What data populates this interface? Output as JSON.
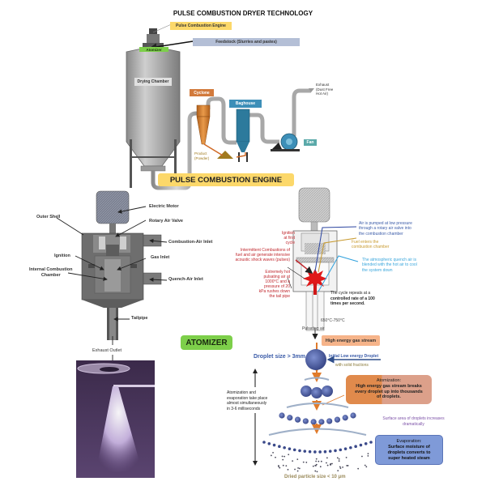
{
  "title": "PULSE COMBUSTION DRYER TECHNOLOGY",
  "dryer": {
    "engine_label": "Pulse Combustion Engine",
    "feedstock_label": "Feedstock (Slurries and pastes)",
    "atomizer_label": "Atomizer",
    "chamber_label": "Drying Chamber",
    "cyclone_label": "Cyclone",
    "baghouse_label": "Baghouse",
    "fan_label": "Fan",
    "exhaust_label": [
      "Exhaust",
      "(Dust Free",
      "Hot Air)"
    ],
    "product_label": [
      "Product",
      "(Powder)"
    ]
  },
  "engine_section": {
    "heading": "PULSE COMBUSTION ENGINE",
    "labels": {
      "electric_motor": "Electric Motor",
      "rotary_air_valve": "Rotary Air Valve",
      "outer_shell": "Outer Shell",
      "combustion_air_inlet": "Combustion-Air Inlet",
      "ignition": "Ignition",
      "gas_inlet": "Gas Inlet",
      "internal_chamber": [
        "Internal Combustion",
        "Chamber"
      ],
      "quench_air_inlet": "Quench-Air Inlet",
      "tailpipe": "Tailpipe",
      "exhaust_outlet": "Exhaust Outlet"
    },
    "annotations": {
      "ignition_first": [
        "Ignition",
        "at first",
        "cycle"
      ],
      "intermittent": [
        "Intermittent Combustions of",
        "fuel and air generate intensive",
        "acoustic shock waves (pulses)"
      ],
      "hot_air": [
        "Extremely hot",
        "pulsating air at",
        "1000°C and a",
        "pressure of 20",
        "kPa rushes down",
        "the tail pipe"
      ],
      "air_pumped": [
        "Air is pumped at low pressure",
        "through a rotary air valve into",
        "the combustion chamber"
      ],
      "fuel_enters": [
        "Fuel enters the",
        "combustion chamber"
      ],
      "quench_air": [
        "The atmospheric quench air is",
        "blended with the hot air to cool",
        "the system down"
      ],
      "cycle_repeats": [
        "The cycle repeats at a",
        "controlled rate of a 100",
        "times per second."
      ],
      "temperature": "650°C-750°C",
      "pulsating_air": "Pulsating air"
    }
  },
  "atomizer_section": {
    "heading": "ATOMIZER",
    "high_energy_stream": "High energy gas stream",
    "droplet_size": "Droplet size > 3mm",
    "initial_droplet": "Initial Low energy Droplet",
    "solid_fractions": "with solid fractions",
    "timing_note": [
      "Atomization and",
      "evaporation take place",
      "almost simultaneously",
      "in 3-6 milliseconds"
    ],
    "atomization_box": [
      "Atomization:",
      "High energy gas stream breaks",
      "every droplet up into thousands",
      "of droplets."
    ],
    "surface_area": [
      "Surface area of droplets increases",
      "dramatically"
    ],
    "evaporation_box": [
      "Evaporation:",
      "Surface moisture of",
      "droplets converts to",
      "super heated steam"
    ],
    "dried_size": "Dried particle size < 10 μm"
  },
  "colors": {
    "yellow_label": "#fcd86a",
    "feedstock_bg": "#b4bfd6",
    "atomizer_green": "#7dcf4a",
    "cyclone_orange": "#d27a3c",
    "baghouse_blue": "#3d8fb8",
    "fan_teal": "#5aa9a9",
    "red_text": "#c0272d",
    "blue_text": "#3a5ba8",
    "fuel_text": "#c89a2e",
    "quench_text": "#3aa6dc",
    "orange_arrow": "#e07b2b",
    "purple_text": "#7d52a8",
    "droplet_blue": "#5468b0",
    "dried_text": "#9a8a5a"
  }
}
